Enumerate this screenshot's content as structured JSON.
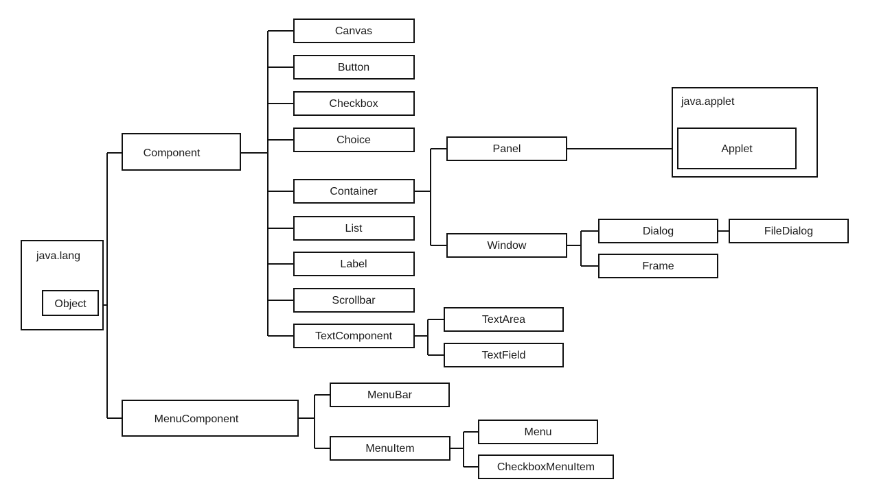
{
  "packages": {
    "java_lang": "java.lang",
    "java_applet": "java.applet"
  },
  "nodes": {
    "object": "Object",
    "component": "Component",
    "menucomponent": "MenuComponent",
    "canvas": "Canvas",
    "button": "Button",
    "checkbox": "Checkbox",
    "choice": "Choice",
    "container": "Container",
    "list": "List",
    "label": "Label",
    "scrollbar": "Scrollbar",
    "textcomponent": "TextComponent",
    "panel": "Panel",
    "window": "Window",
    "applet": "Applet",
    "dialog": "Dialog",
    "filedialog": "FileDialog",
    "frame": "Frame",
    "textarea": "TextArea",
    "textfield": "TextField",
    "menubar": "MenuBar",
    "menuitem": "MenuItem",
    "menu": "Menu",
    "checkboxmenuitem": "CheckboxMenuItem"
  }
}
